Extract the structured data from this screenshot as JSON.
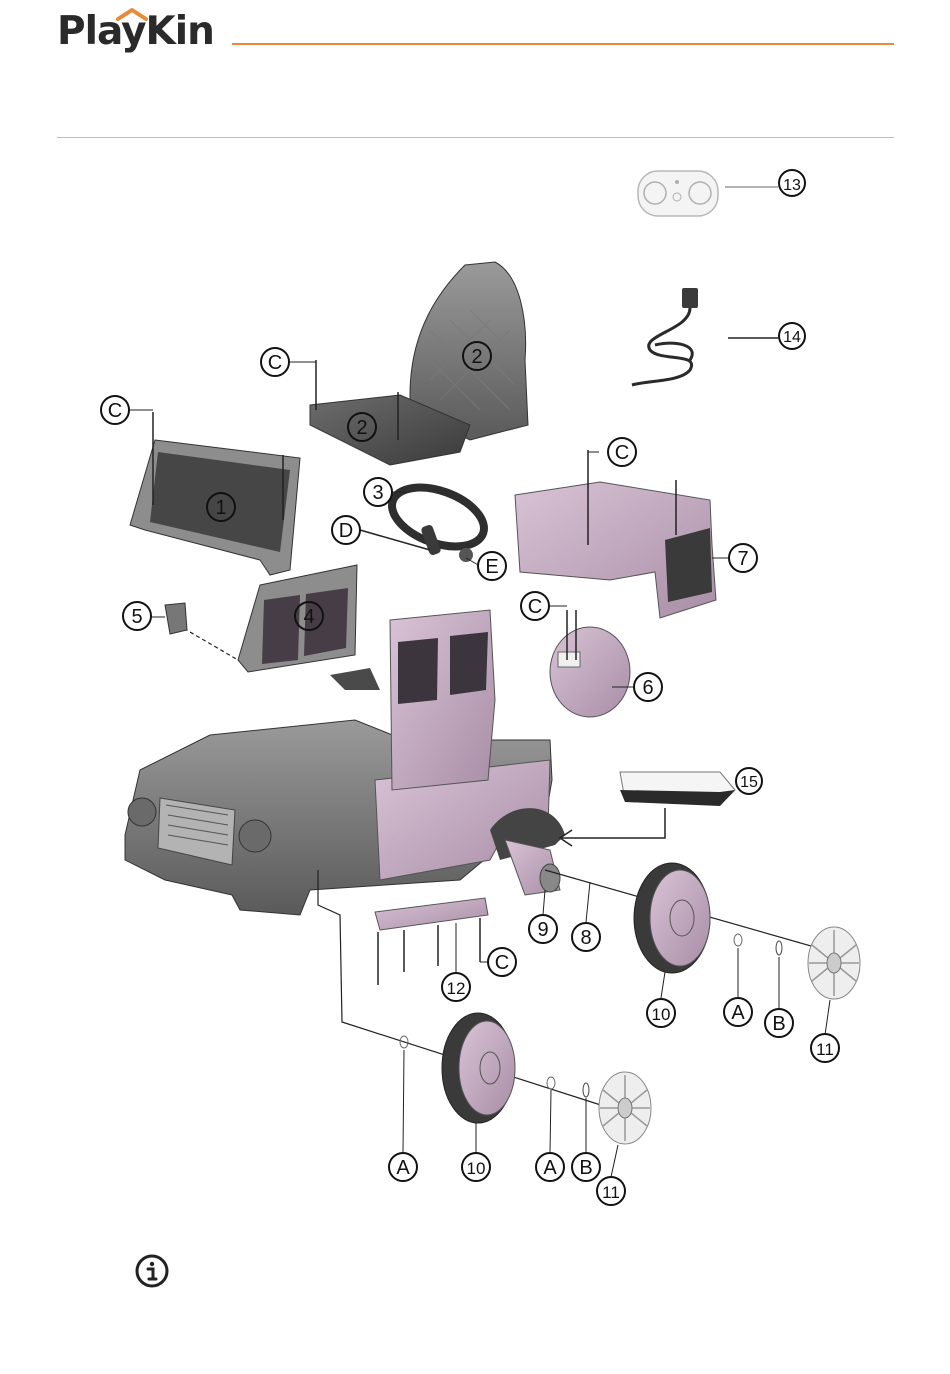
{
  "brand": {
    "name": "PlayKin",
    "accent_color": "#e88a3a"
  },
  "diagram": {
    "part_numbers": [
      "1",
      "2",
      "2",
      "3",
      "4",
      "5",
      "6",
      "7",
      "8",
      "9",
      "10",
      "10",
      "11",
      "11",
      "12",
      "13",
      "14",
      "15"
    ],
    "hardware_letters": [
      "C",
      "C",
      "C",
      "C",
      "C",
      "D",
      "E",
      "A",
      "A",
      "A",
      "B",
      "B"
    ],
    "callouts": {
      "p1": "1",
      "p2a": "2",
      "p2b": "2",
      "p3": "3",
      "p4": "4",
      "p5": "5",
      "p6": "6",
      "p7": "7",
      "p8": "8",
      "p9": "9",
      "p10a": "10",
      "p10b": "10",
      "p11a": "11",
      "p11b": "11",
      "p12": "12",
      "p13": "13",
      "p14": "14",
      "p15": "15",
      "c1": "C",
      "c2": "C",
      "c3": "C",
      "c4": "C",
      "c5": "C",
      "d": "D",
      "e": "E",
      "a1": "A",
      "a2": "A",
      "a3": "A",
      "b1": "B",
      "b2": "B"
    }
  },
  "footer": {
    "icon": "info-icon"
  }
}
